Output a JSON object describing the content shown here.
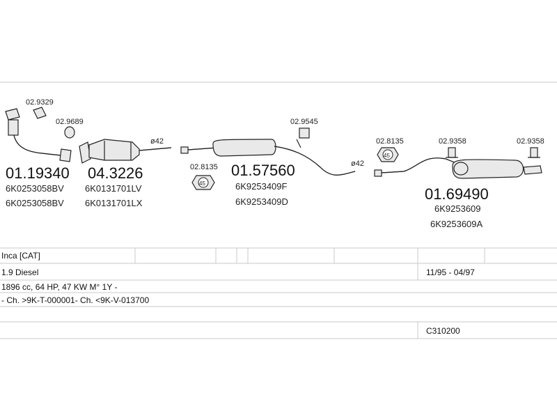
{
  "parts": {
    "gasket_small": "02.9329",
    "ring_clamp": "02.9689",
    "front_pipe": {
      "code": "01.19340",
      "oe1": "6K0253058BV",
      "oe2": "6K0253058BV"
    },
    "catalyst": {
      "code": "04.3226",
      "oe1": "6K0131701LV",
      "oe2": "6K0131701LX"
    },
    "clamp_45_left": "02.8135",
    "clamp_45_left_badge": "45",
    "dia_left": "ø42",
    "middle_silencer": {
      "code": "01.57560",
      "oe1": "6K9253409F",
      "oe2": "6K9253409D"
    },
    "mount_mid": "02.9545",
    "dia_right": "ø42",
    "clamp_45_right": "02.8135",
    "clamp_45_right_badge": "45",
    "mount_rear_a": "02.9358",
    "mount_rear_b": "02.9358",
    "rear_silencer": {
      "code": "01.69490",
      "oe1": "6K9253609",
      "oe2": "6K9253609A"
    }
  },
  "table": {
    "model": "Inca  [CAT]",
    "engine": "1.9 Diesel",
    "years": "11/95 - 04/97",
    "spec": "1896 cc, 64 HP, 47 KW M° 1Y -",
    "chassis": "- Ch. >9K-T-000001- Ch. <9K-V-013700",
    "ref_code": "C310200"
  }
}
